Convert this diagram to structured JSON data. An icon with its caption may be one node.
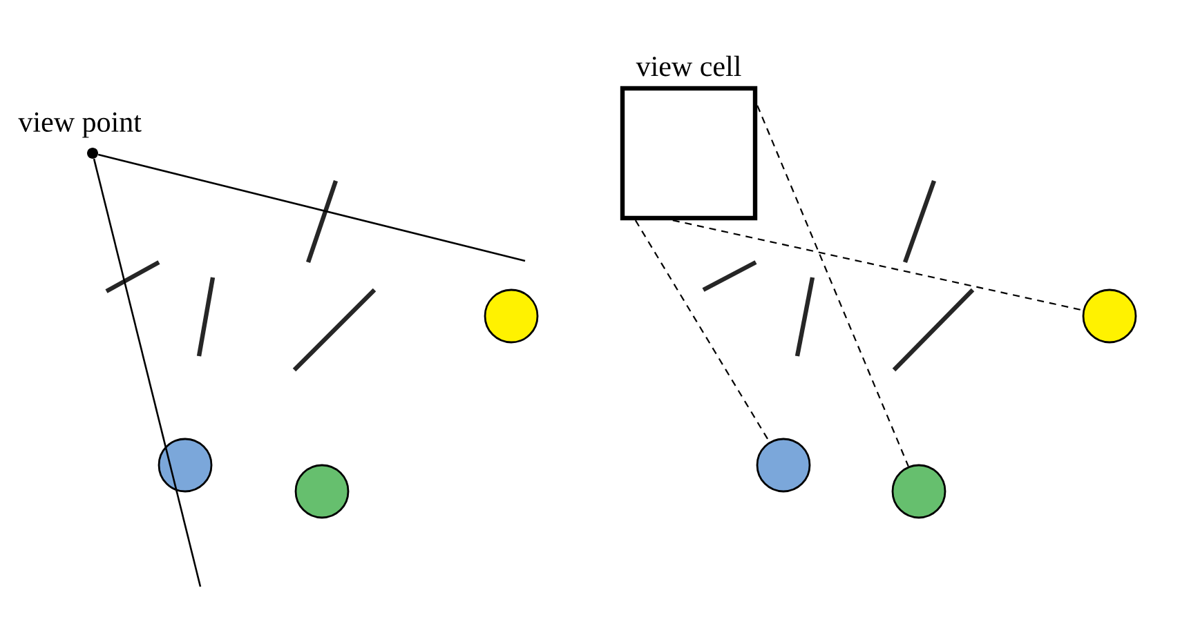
{
  "diagram": {
    "nodes": [
      {
        "text": [
          "view point"
        ]
      },
      {
        "text": [],
        "shape": "circle"
      },
      {
        "text": [],
        "shape": "circle"
      },
      {
        "text": [],
        "shape": "circle"
      },
      {
        "text": [
          "view cell"
        ]
      },
      {
        "text": [],
        "shape": "circle"
      },
      {
        "text": [],
        "shape": "circle"
      },
      {
        "text": [],
        "shape": "circle"
      }
    ],
    "edges": [
      {
        "from": 0,
        "to": null,
        "arrow": "none"
      },
      {
        "from": 0,
        "to": null,
        "arrow": "none"
      },
      {
        "from": 4,
        "to": 6,
        "arrow": "none",
        "style": "dashed"
      },
      {
        "from": 4,
        "to": 7,
        "arrow": "none",
        "style": "dashed"
      },
      {
        "from": 4,
        "to": 5,
        "arrow": "none",
        "style": "dashed"
      }
    ]
  }
}
